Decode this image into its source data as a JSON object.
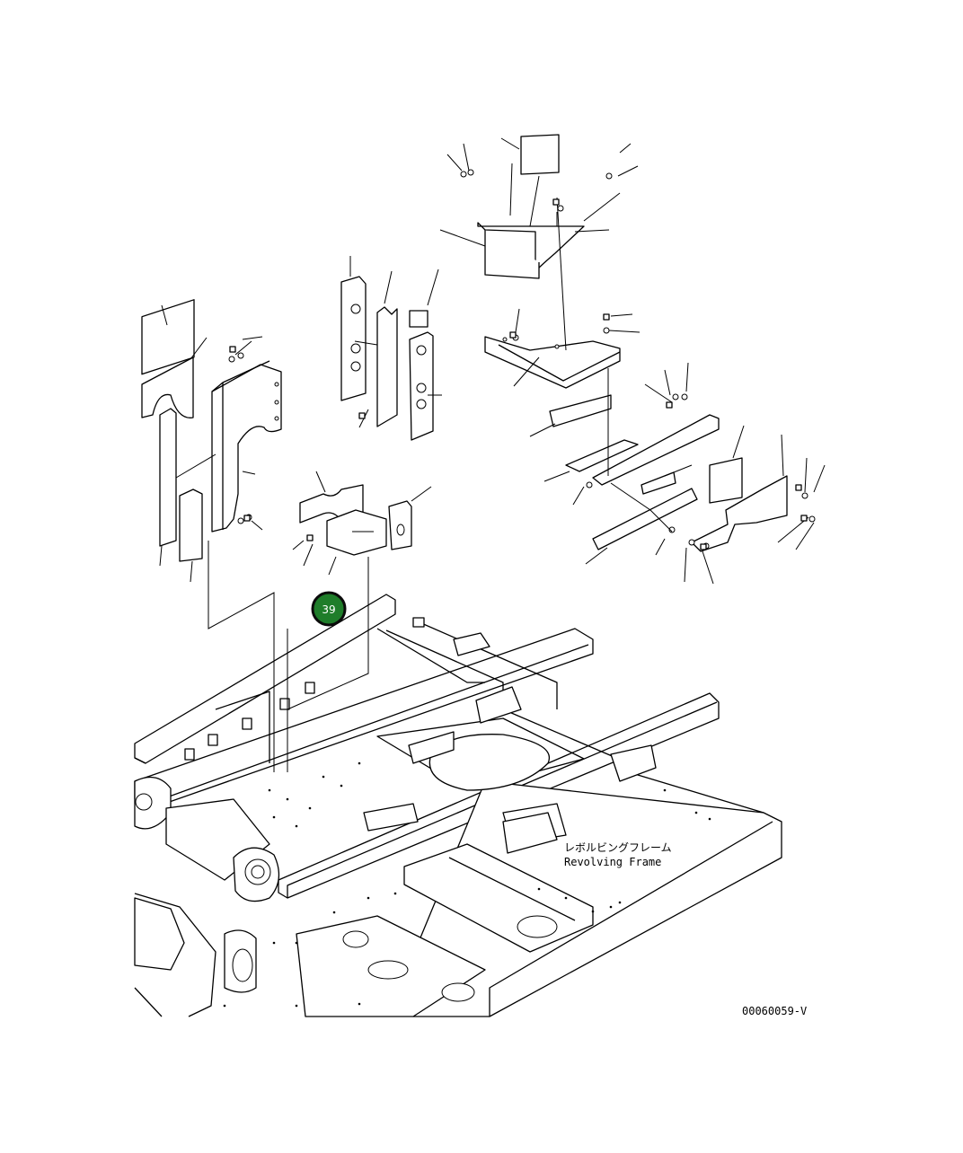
{
  "diagram": {
    "caption_jp": "レボルビングフレーム",
    "caption_en": "Revolving Frame",
    "drawing_number": "00060059-V",
    "callout": {
      "number": "39",
      "color": "#1f7d2a"
    },
    "line_color": "#000000",
    "background": "#ffffff"
  }
}
